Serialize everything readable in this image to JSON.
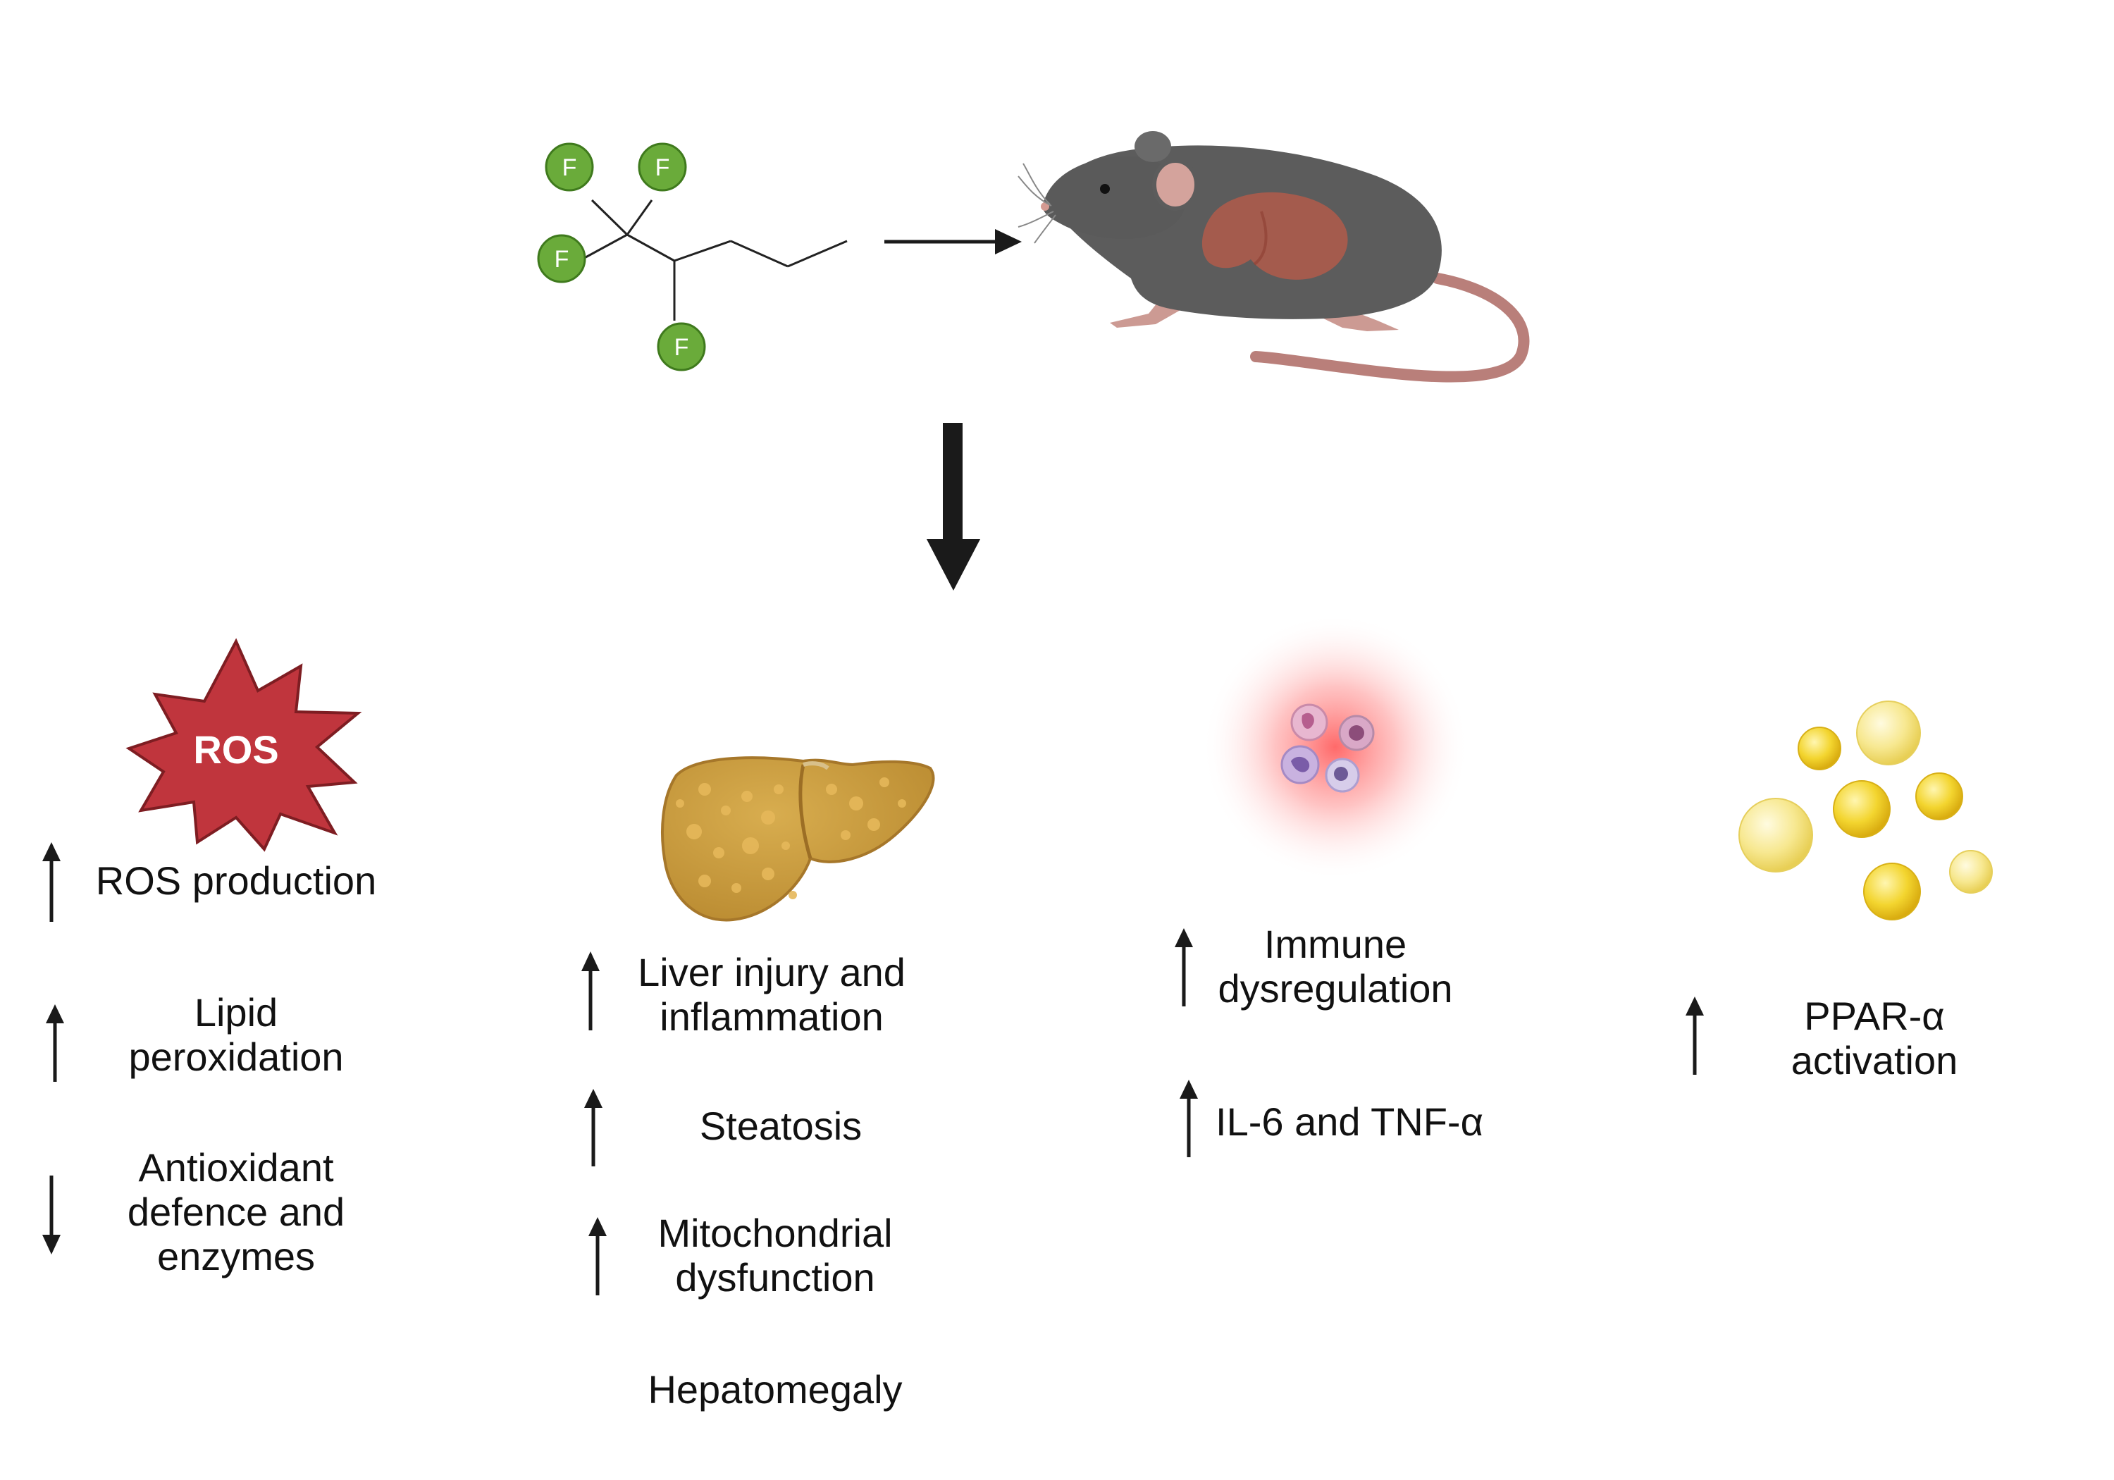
{
  "compound": {
    "atoms": [
      {
        "symbol": "F"
      },
      {
        "symbol": "F"
      },
      {
        "symbol": "F"
      },
      {
        "symbol": "F"
      }
    ]
  },
  "badge": {
    "text": "ROS"
  },
  "columns": [
    {
      "id": "oxidative-stress",
      "effects": [
        {
          "label": "ROS production",
          "direction": "up"
        },
        {
          "label": "Lipid\nperoxidation",
          "direction": "up"
        },
        {
          "label": "Antioxidant\ndefence and\nenzymes",
          "direction": "down"
        }
      ]
    },
    {
      "id": "liver",
      "effects": [
        {
          "label": "Liver injury and\ninflammation",
          "direction": "up"
        },
        {
          "label": "Steatosis",
          "direction": "up"
        },
        {
          "label": "Mitochondrial\ndysfunction",
          "direction": "up"
        },
        {
          "label": "Hepatomegaly",
          "direction": "none"
        }
      ]
    },
    {
      "id": "immune",
      "effects": [
        {
          "label": "Immune\ndysregulation",
          "direction": "up"
        },
        {
          "label": "IL-6 and TNF-α",
          "direction": "up"
        }
      ]
    },
    {
      "id": "lipid",
      "effects": [
        {
          "label": "PPAR-α\nactivation",
          "direction": "up"
        }
      ]
    }
  ],
  "colors": {
    "fluorine": "#6aab3a",
    "ros_star": "#c0353d",
    "liver": "#c99a3b",
    "mouse_body": "#5c5c5c",
    "mouse_liver": "#b05a4a",
    "inflammation_glow": "#ff6b6b",
    "lipid_droplet": "#f2cf2a",
    "arrow": "#1a1a1a"
  },
  "icons": [
    "fluorinated-compound-structure",
    "mouse-icon",
    "ros-star-icon",
    "liver-icon",
    "immune-cells-icon",
    "lipid-droplets-icon"
  ]
}
